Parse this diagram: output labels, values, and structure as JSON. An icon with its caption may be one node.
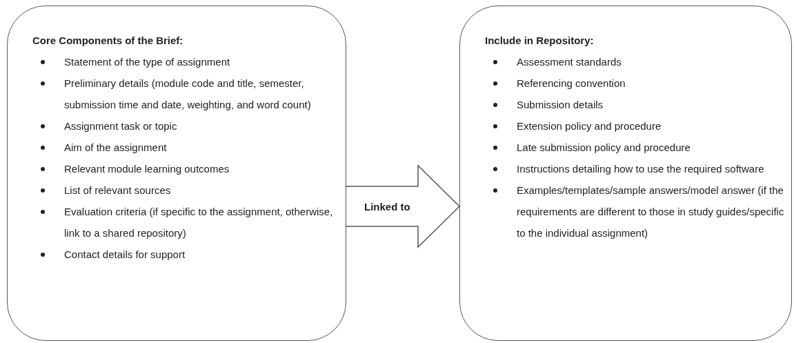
{
  "diagram": {
    "nodes": [
      {
        "text": [
          "Core Components of the Brief:",
          "Statement of the type of assignment",
          "Preliminary details (module code and title, semester, submission time and date, weighting, and word count)",
          "Assignment task or topic",
          "Aim of the assignment",
          "Relevant module learning outcomes",
          "List of relevant sources",
          "Evaluation criteria (if specific to the assignment, otherwise, link to a shared repository)",
          "Contact details for support"
        ]
      },
      {
        "text": [
          "Include in Repository:",
          "Assessment standards",
          "Referencing convention",
          "Submission details",
          "Extension policy and procedure",
          "Late submission policy and procedure",
          "Instructions detailing how to use the required software",
          "Examples/templates/sample answers/model answer (if the requirements are different to those in study guides/specific to the individual assignment)"
        ]
      }
    ],
    "edges": [
      {
        "from": 0,
        "to": 1,
        "arrow": "to",
        "label": "Linked to",
        "style": "thick"
      }
    ]
  }
}
